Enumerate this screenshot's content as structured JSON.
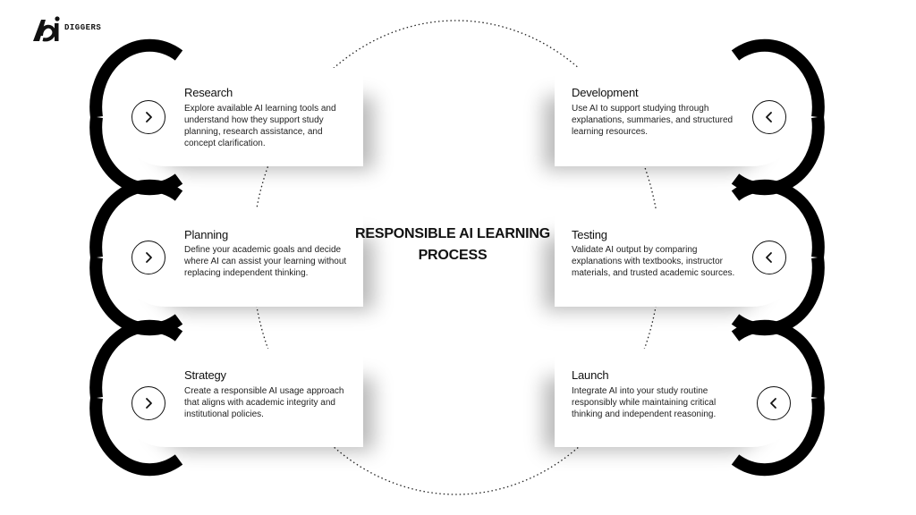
{
  "logo": {
    "text": "DIGGERS",
    "icon": "ai-diggers-logo-icon"
  },
  "center_title": "RESPONSIBLE AI LEARNING PROCESS",
  "steps": [
    {
      "title": "Research",
      "description": "Explore available AI learning tools and understand how they support study planning, research assistance, and concept clarification.",
      "icon": "chevron-right-icon",
      "side": "left"
    },
    {
      "title": "Planning",
      "description": "Define your academic goals and decide where AI can assist your learning without replacing independent thinking.",
      "icon": "chevron-right-icon",
      "side": "left"
    },
    {
      "title": "Strategy",
      "description": "Create a responsible AI usage approach that aligns with academic integrity and institutional policies.",
      "icon": "chevron-right-icon",
      "side": "left"
    },
    {
      "title": "Development",
      "description": "Use AI to support studying through explanations, summaries, and structured learning resources.",
      "icon": "chevron-left-icon",
      "side": "right"
    },
    {
      "title": "Testing",
      "description": "Validate AI output by comparing explanations with textbooks, instructor materials, and trusted academic sources.",
      "icon": "chevron-left-icon",
      "side": "right"
    },
    {
      "title": "Launch",
      "description": "Integrate AI into your study routine responsibly while maintaining critical thinking and independent reasoning.",
      "icon": "chevron-left-icon",
      "side": "right"
    }
  ],
  "colors": {
    "ink": "#111111",
    "background": "#ffffff"
  }
}
